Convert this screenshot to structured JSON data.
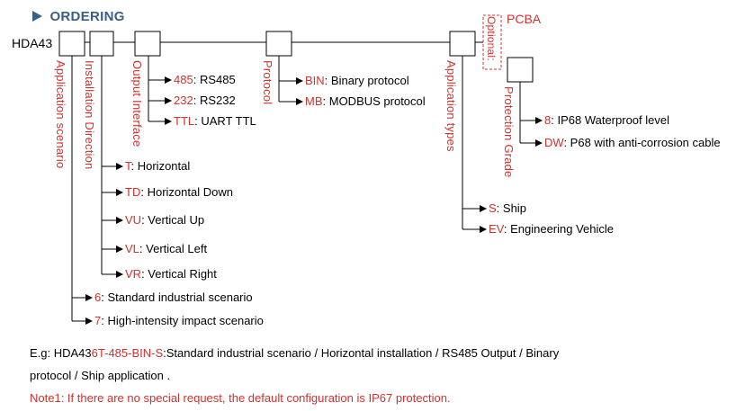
{
  "colors": {
    "accent": "#d0312d",
    "title": "#3a5f86"
  },
  "header": {
    "icon": "play-triangle-icon",
    "title": "ORDERING"
  },
  "model": "HDA43",
  "optional": {
    "tag": "Optional:",
    "label": "PCBA"
  },
  "groups": {
    "scenario": "Application scenario",
    "direction": "Installation Direction",
    "output": "Output Interface",
    "protocol": "Protocol",
    "apptypes": "Application types",
    "grade": "Protection Grade"
  },
  "options": {
    "output": [
      {
        "code": "485",
        "sep": ": ",
        "desc": "RS485"
      },
      {
        "code": "232",
        "sep": ": ",
        "desc": "RS232"
      },
      {
        "code": "TTL",
        "sep": ": ",
        "desc": "UART TTL"
      }
    ],
    "protocol": [
      {
        "code": "BIN",
        "sep": ": ",
        "desc": "Binary protocol"
      },
      {
        "code": "MB",
        "sep": ": ",
        "desc": "MODBUS protocol"
      }
    ],
    "grade": [
      {
        "code": "8",
        "sep": ": ",
        "desc": "IP68 Waterproof level"
      },
      {
        "code": "DW",
        "sep": ": ",
        "desc": "P68 with anti-corrosion cable"
      }
    ],
    "direction": [
      {
        "code": "T",
        "sep": ": ",
        "desc": "Horizontal"
      },
      {
        "code": "TD",
        "sep": ": ",
        "desc": "Horizontal Down"
      },
      {
        "code": "VU",
        "sep": ": ",
        "desc": "Vertical Up"
      },
      {
        "code": "VL",
        "sep": ": ",
        "desc": "Vertical Left"
      },
      {
        "code": "VR",
        "sep": ": ",
        "desc": "Vertical Right"
      }
    ],
    "apptypes": [
      {
        "code": "S",
        "sep": ": ",
        "desc": "Ship"
      },
      {
        "code": "EV",
        "sep": ": ",
        "desc": "Engineering Vehicle"
      }
    ],
    "scenario": [
      {
        "code": "6",
        "sep": ": ",
        "desc": "Standard industrial scenario"
      },
      {
        "code": "7",
        "sep": ": ",
        "desc": "High-intensity impact scenario"
      }
    ]
  },
  "example": {
    "prefix": "E.g: HDA43",
    "code": "6T-485-BIN-S",
    "line1": ":Standard industrial scenario / Horizontal installation / RS485 Output / Binary",
    "line2": "protocol / Ship application ."
  },
  "note": "Note1: If there are no special request, the default configuration is IP67 protection."
}
